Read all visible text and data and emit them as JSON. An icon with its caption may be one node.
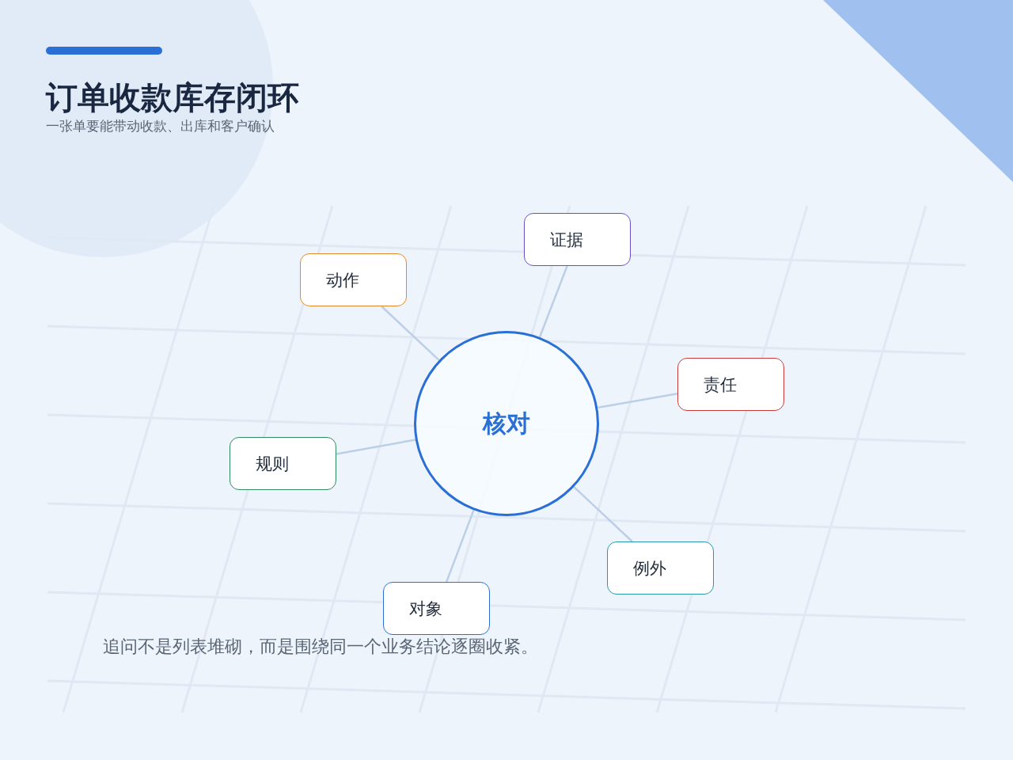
{
  "diagram": {
    "title": "订单收款库存闭环",
    "caption": "追问不是列表堆砌，而是围绕同一个业务结论逐圈收紧。",
    "labels": [
      "一张单要能带动收款、出库和客户确认"
    ],
    "nodes": [
      {
        "text": [
          "核对"
        ]
      },
      {
        "text": [
          "证据"
        ]
      },
      {
        "text": [
          "动作"
        ]
      },
      {
        "text": [
          "责任"
        ]
      },
      {
        "text": [
          "规则"
        ]
      },
      {
        "text": [
          "例外"
        ]
      },
      {
        "text": [
          "对象"
        ]
      }
    ],
    "edges": [
      {
        "from": 0,
        "to": 1,
        "arrow": "none"
      },
      {
        "from": 0,
        "to": 2,
        "arrow": "none"
      },
      {
        "from": 0,
        "to": 3,
        "arrow": "none"
      },
      {
        "from": 0,
        "to": 4,
        "arrow": "none"
      },
      {
        "from": 0,
        "to": 5,
        "arrow": "none"
      },
      {
        "from": 0,
        "to": 6,
        "arrow": "none"
      }
    ]
  }
}
